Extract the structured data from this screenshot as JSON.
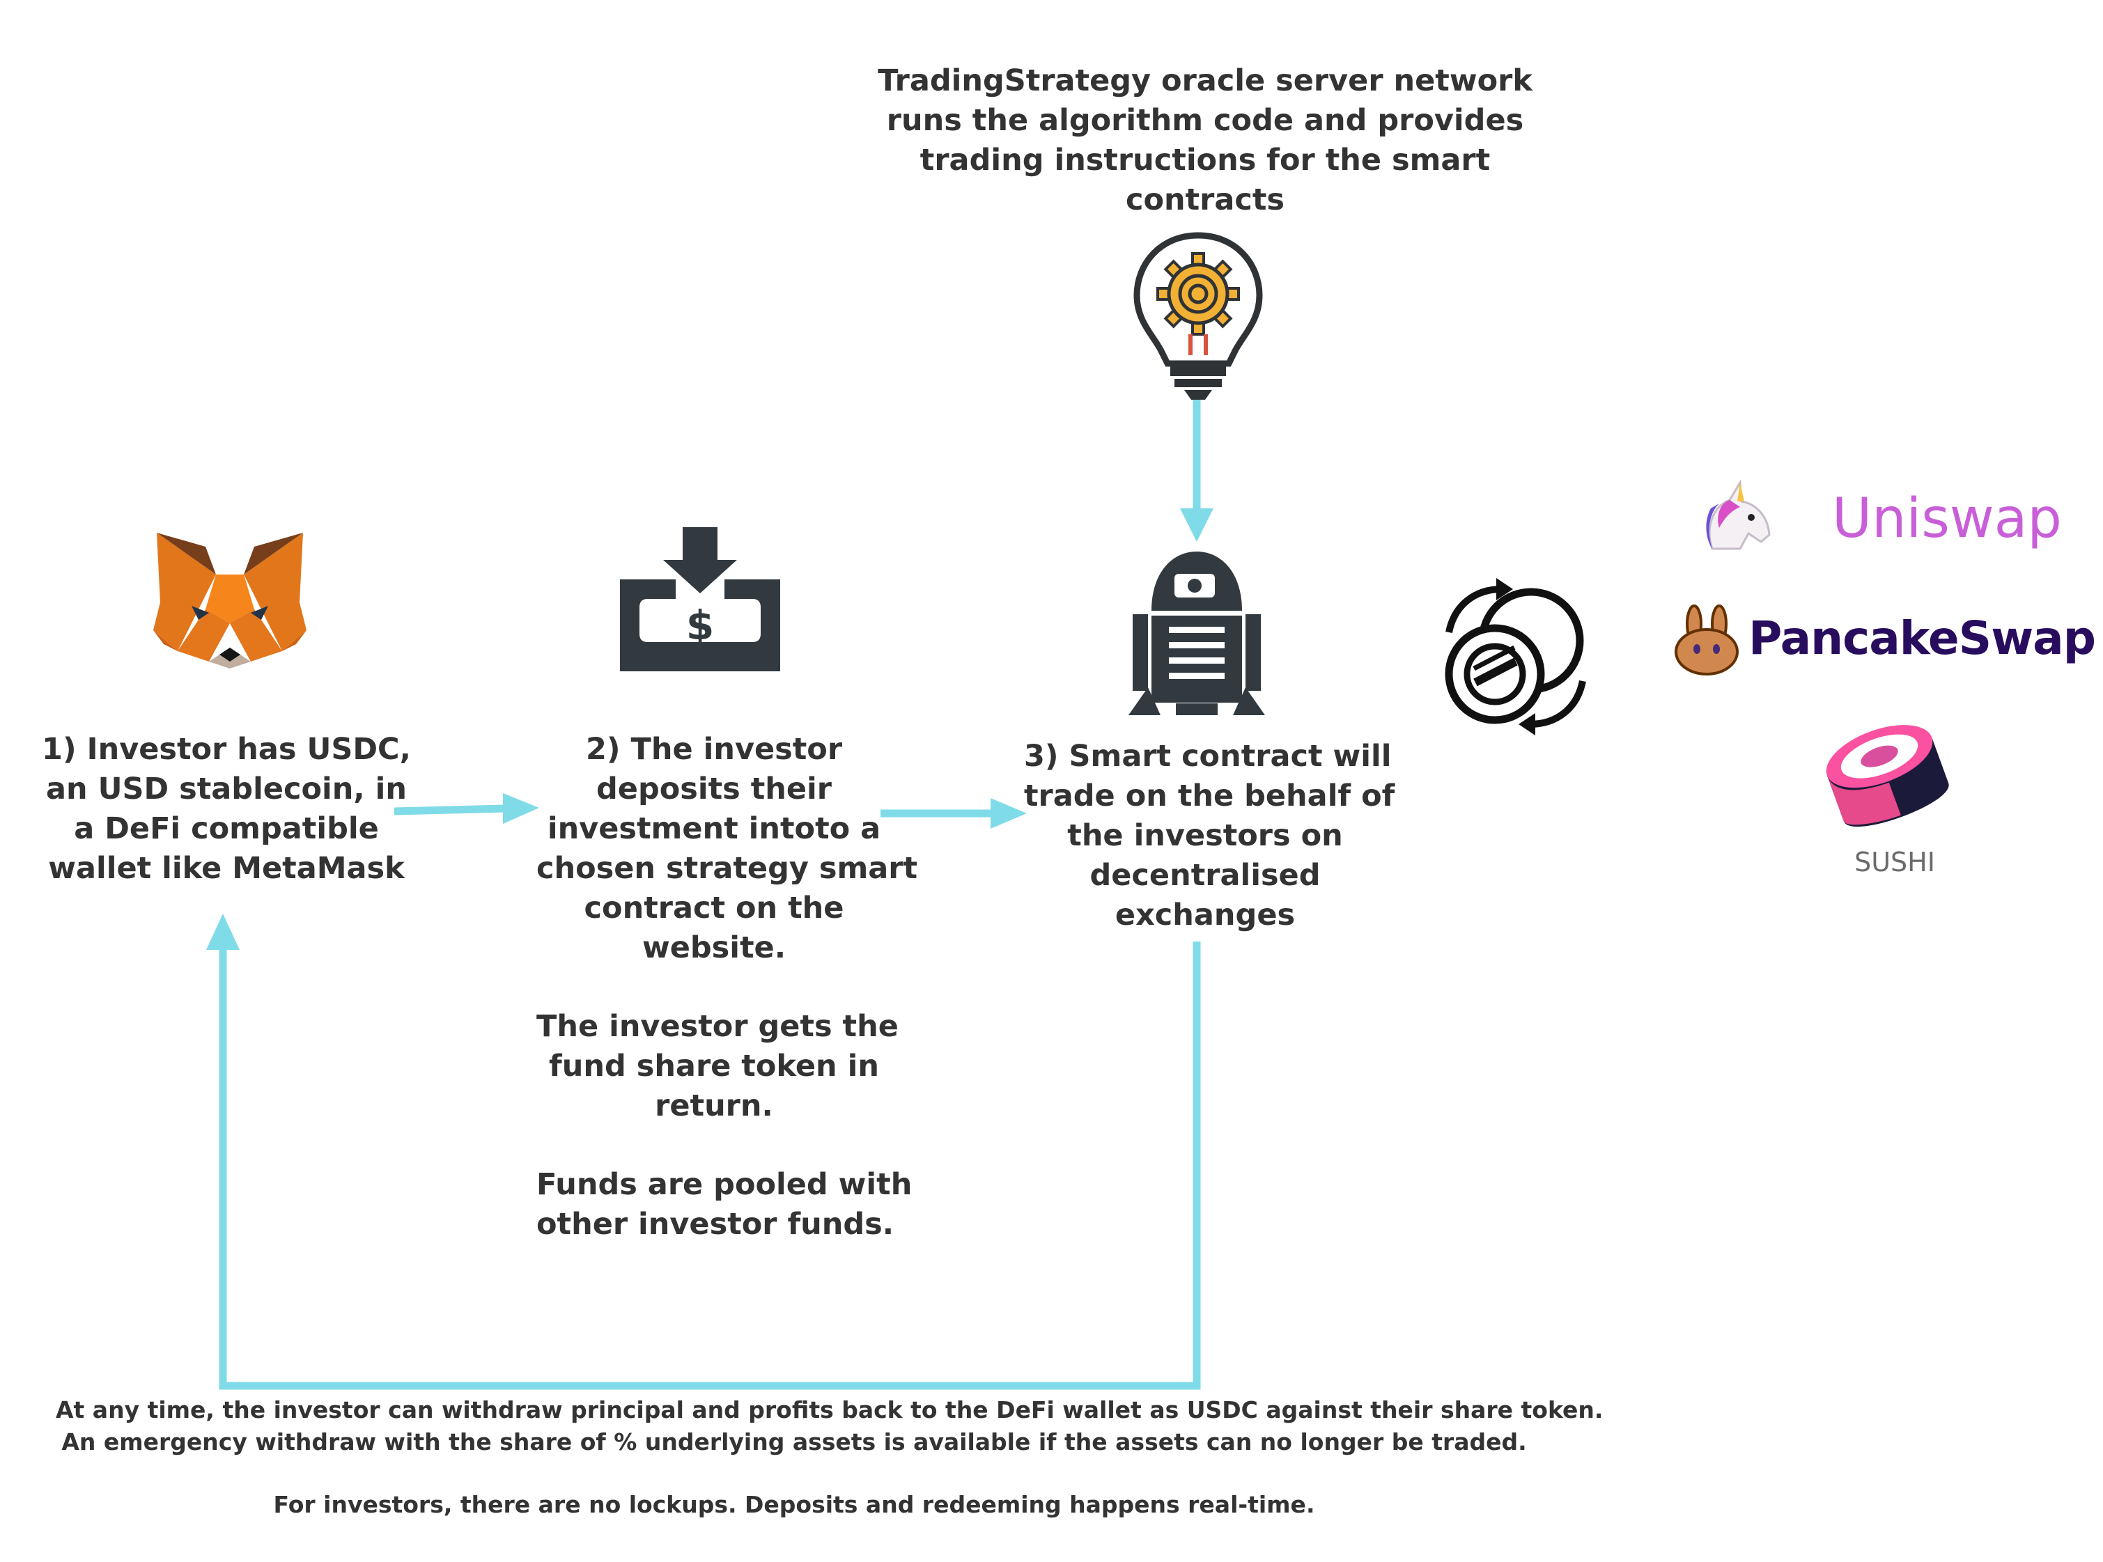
{
  "oracle": {
    "lines": [
      "TradingStrategy oracle server network",
      "runs the algorithm code and  provides",
      "trading instructions for the smart",
      "contracts"
    ]
  },
  "step1": {
    "lines": [
      "1) Investor has USDC,",
      "an USD stablecoin, in",
      "a DeFi compatible",
      "wallet like MetaMask"
    ]
  },
  "step2": {
    "paragraphs": [
      [
        "2) The investor",
        "deposits their",
        "investment intoto a",
        "chosen strategy smart",
        "contract on the",
        "website."
      ],
      [
        "The investor gets the",
        "fund share token in",
        "return."
      ],
      [
        "Funds are pooled with",
        "other investor funds."
      ]
    ]
  },
  "step3": {
    "lines": [
      "3) Smart contract will",
      "trade on the behalf of",
      "the investors on",
      "decentralised",
      "exchanges"
    ]
  },
  "footer": {
    "line1": "At any time, the investor can withdraw principal and profits back to the DeFi wallet as USDC against their share token.",
    "line2": "An emergency withdraw with the share of % underlying assets is available if the assets can no longer be traded.",
    "line3": "For investors, there are no lockups. Deposits and redeeming happens real-time."
  },
  "exchanges": {
    "uniswap": "Uniswap",
    "pancakeswap": "PancakeSwap",
    "sushi": "SUSHI"
  },
  "icons": {
    "wallet": "metamask-fox-icon",
    "deposit": "money-deposit-icon",
    "oracle": "lightbulb-gear-icon",
    "contract": "robot-icon",
    "swap": "token-swap-icon",
    "uniswap": "unicorn-icon",
    "pancakeswap": "bunny-icon",
    "sushi": "sushi-roll-icon"
  },
  "colors": {
    "arrow": "#7fdbe8",
    "text": "#333333",
    "uniswap": "#c95fd8",
    "pancakeswap": "#280d5f",
    "icon_dark": "#333a3f"
  }
}
